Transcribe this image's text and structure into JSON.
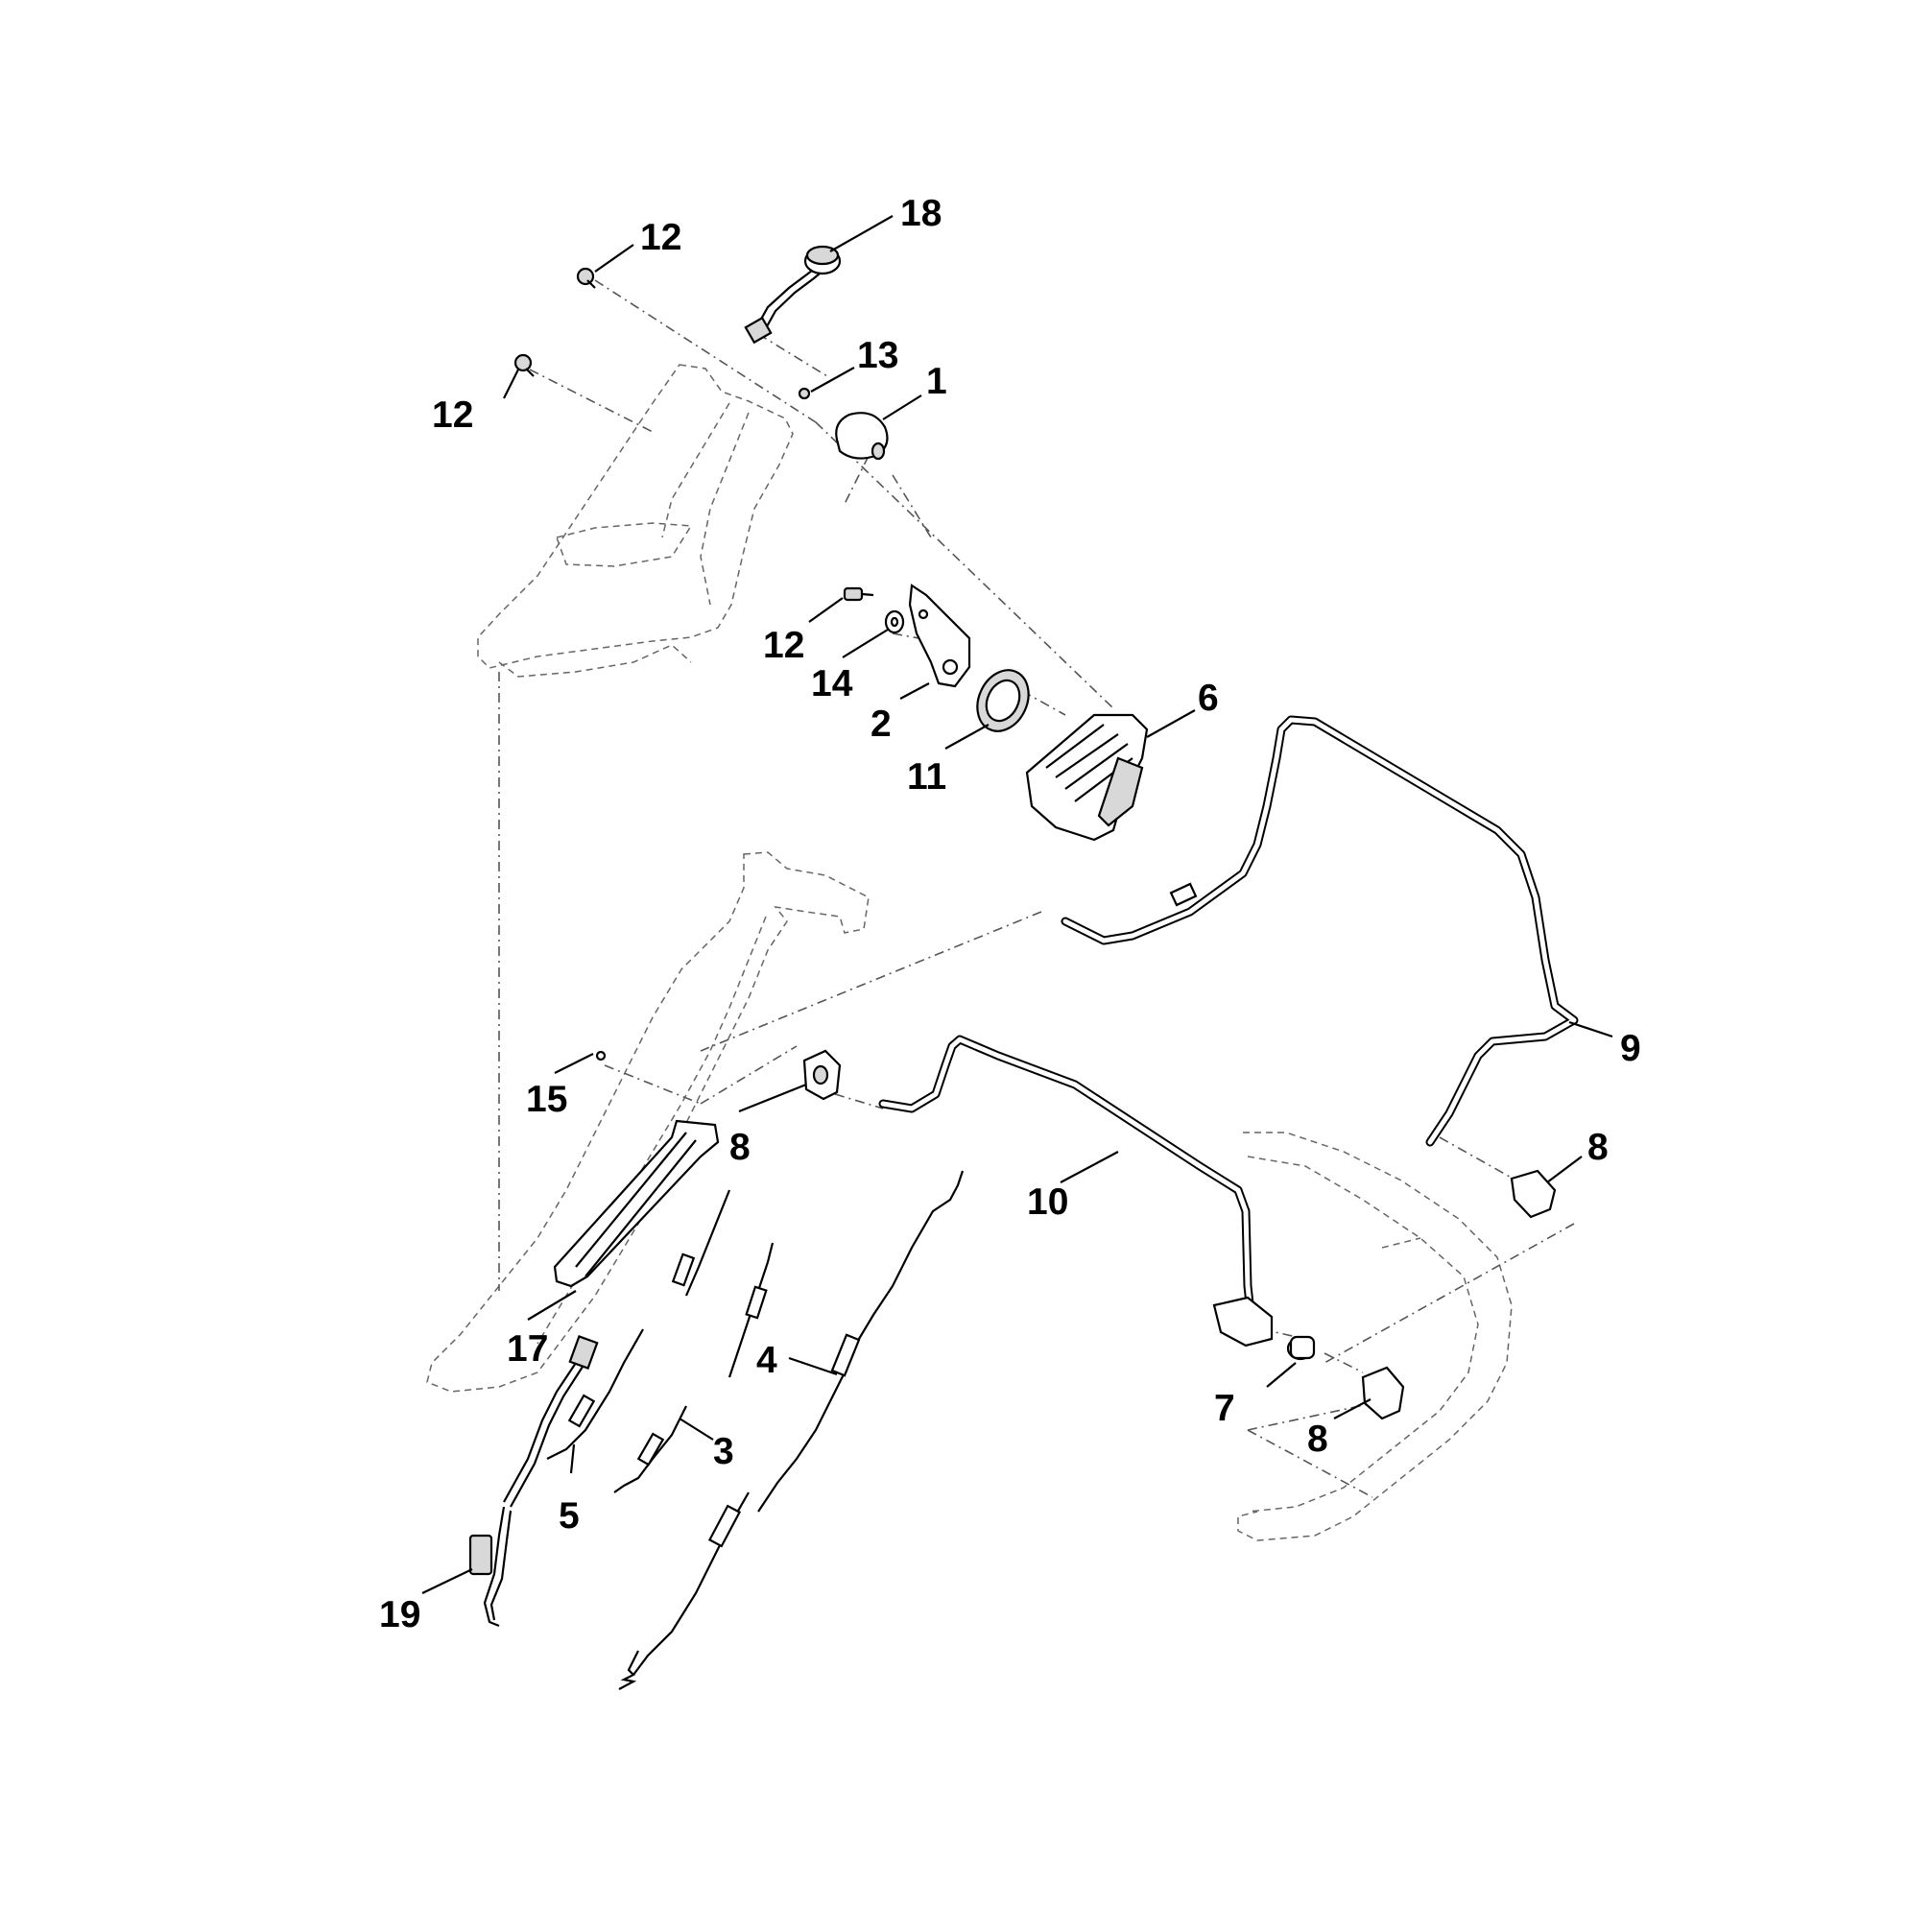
{
  "callouts": [
    {
      "id": "c-18",
      "label": "18"
    },
    {
      "id": "c-12a",
      "label": "12"
    },
    {
      "id": "c-12b",
      "label": "12"
    },
    {
      "id": "c-13",
      "label": "13"
    },
    {
      "id": "c-1",
      "label": "1"
    },
    {
      "id": "c-12c",
      "label": "12"
    },
    {
      "id": "c-14",
      "label": "14"
    },
    {
      "id": "c-2",
      "label": "2"
    },
    {
      "id": "c-11",
      "label": "11"
    },
    {
      "id": "c-6",
      "label": "6"
    },
    {
      "id": "c-9",
      "label": "9"
    },
    {
      "id": "c-8a",
      "label": "8"
    },
    {
      "id": "c-8b",
      "label": "8"
    },
    {
      "id": "c-15",
      "label": "15"
    },
    {
      "id": "c-10",
      "label": "10"
    },
    {
      "id": "c-17",
      "label": "17"
    },
    {
      "id": "c-4",
      "label": "4"
    },
    {
      "id": "c-7",
      "label": "7"
    },
    {
      "id": "c-8c",
      "label": "8"
    },
    {
      "id": "c-3",
      "label": "3"
    },
    {
      "id": "c-5",
      "label": "5"
    },
    {
      "id": "c-19",
      "label": "19"
    }
  ]
}
